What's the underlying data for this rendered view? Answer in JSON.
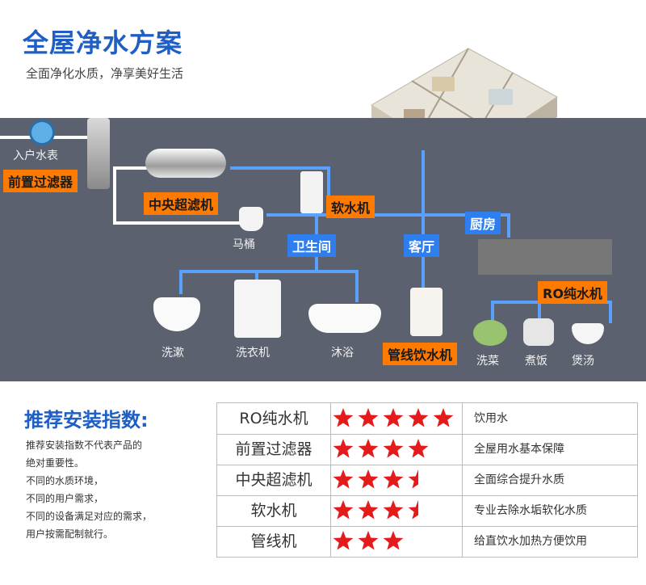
{
  "header": {
    "title": "全屋净水方案",
    "subtitle": "全面净化水质，净享美好生活"
  },
  "diagram": {
    "labels": {
      "meter": "入户水表",
      "toilet": "马桶",
      "washbasin": "洗漱",
      "washer": "洗衣机",
      "bath": "沐浴",
      "veg": "洗菜",
      "rice": "煮饭",
      "soup": "煲汤"
    },
    "tags": {
      "prefilter": "前置过滤器",
      "central": "中央超滤机",
      "softener": "软水机",
      "pipeline": "管线饮水机",
      "ro": "RO纯水机"
    },
    "areas": {
      "bathroom": "卫生间",
      "living": "客厅",
      "kitchen": "厨房"
    }
  },
  "recommend": {
    "title": "推荐安装指数:",
    "notes": [
      "推荐安装指数不代表产品的",
      "绝对重要性。",
      "不同的水质环境，",
      "不同的用户需求，",
      "不同的设备满足对应的需求，",
      "用户按需配制就行。"
    ],
    "rows": [
      {
        "name": "RO纯水机",
        "stars": 5,
        "desc": "饮用水"
      },
      {
        "name": "前置过滤器",
        "stars": 4,
        "desc": "全屋用水基本保障"
      },
      {
        "name": "中央超滤机",
        "stars": 3.5,
        "desc": "全面综合提升水质"
      },
      {
        "name": "软水机",
        "stars": 3.5,
        "desc": "专业去除水垢软化水质"
      },
      {
        "name": "管线机",
        "stars": 3,
        "desc": "给直饮水加热方便饮用"
      }
    ],
    "star_color": "#e31b1b"
  }
}
